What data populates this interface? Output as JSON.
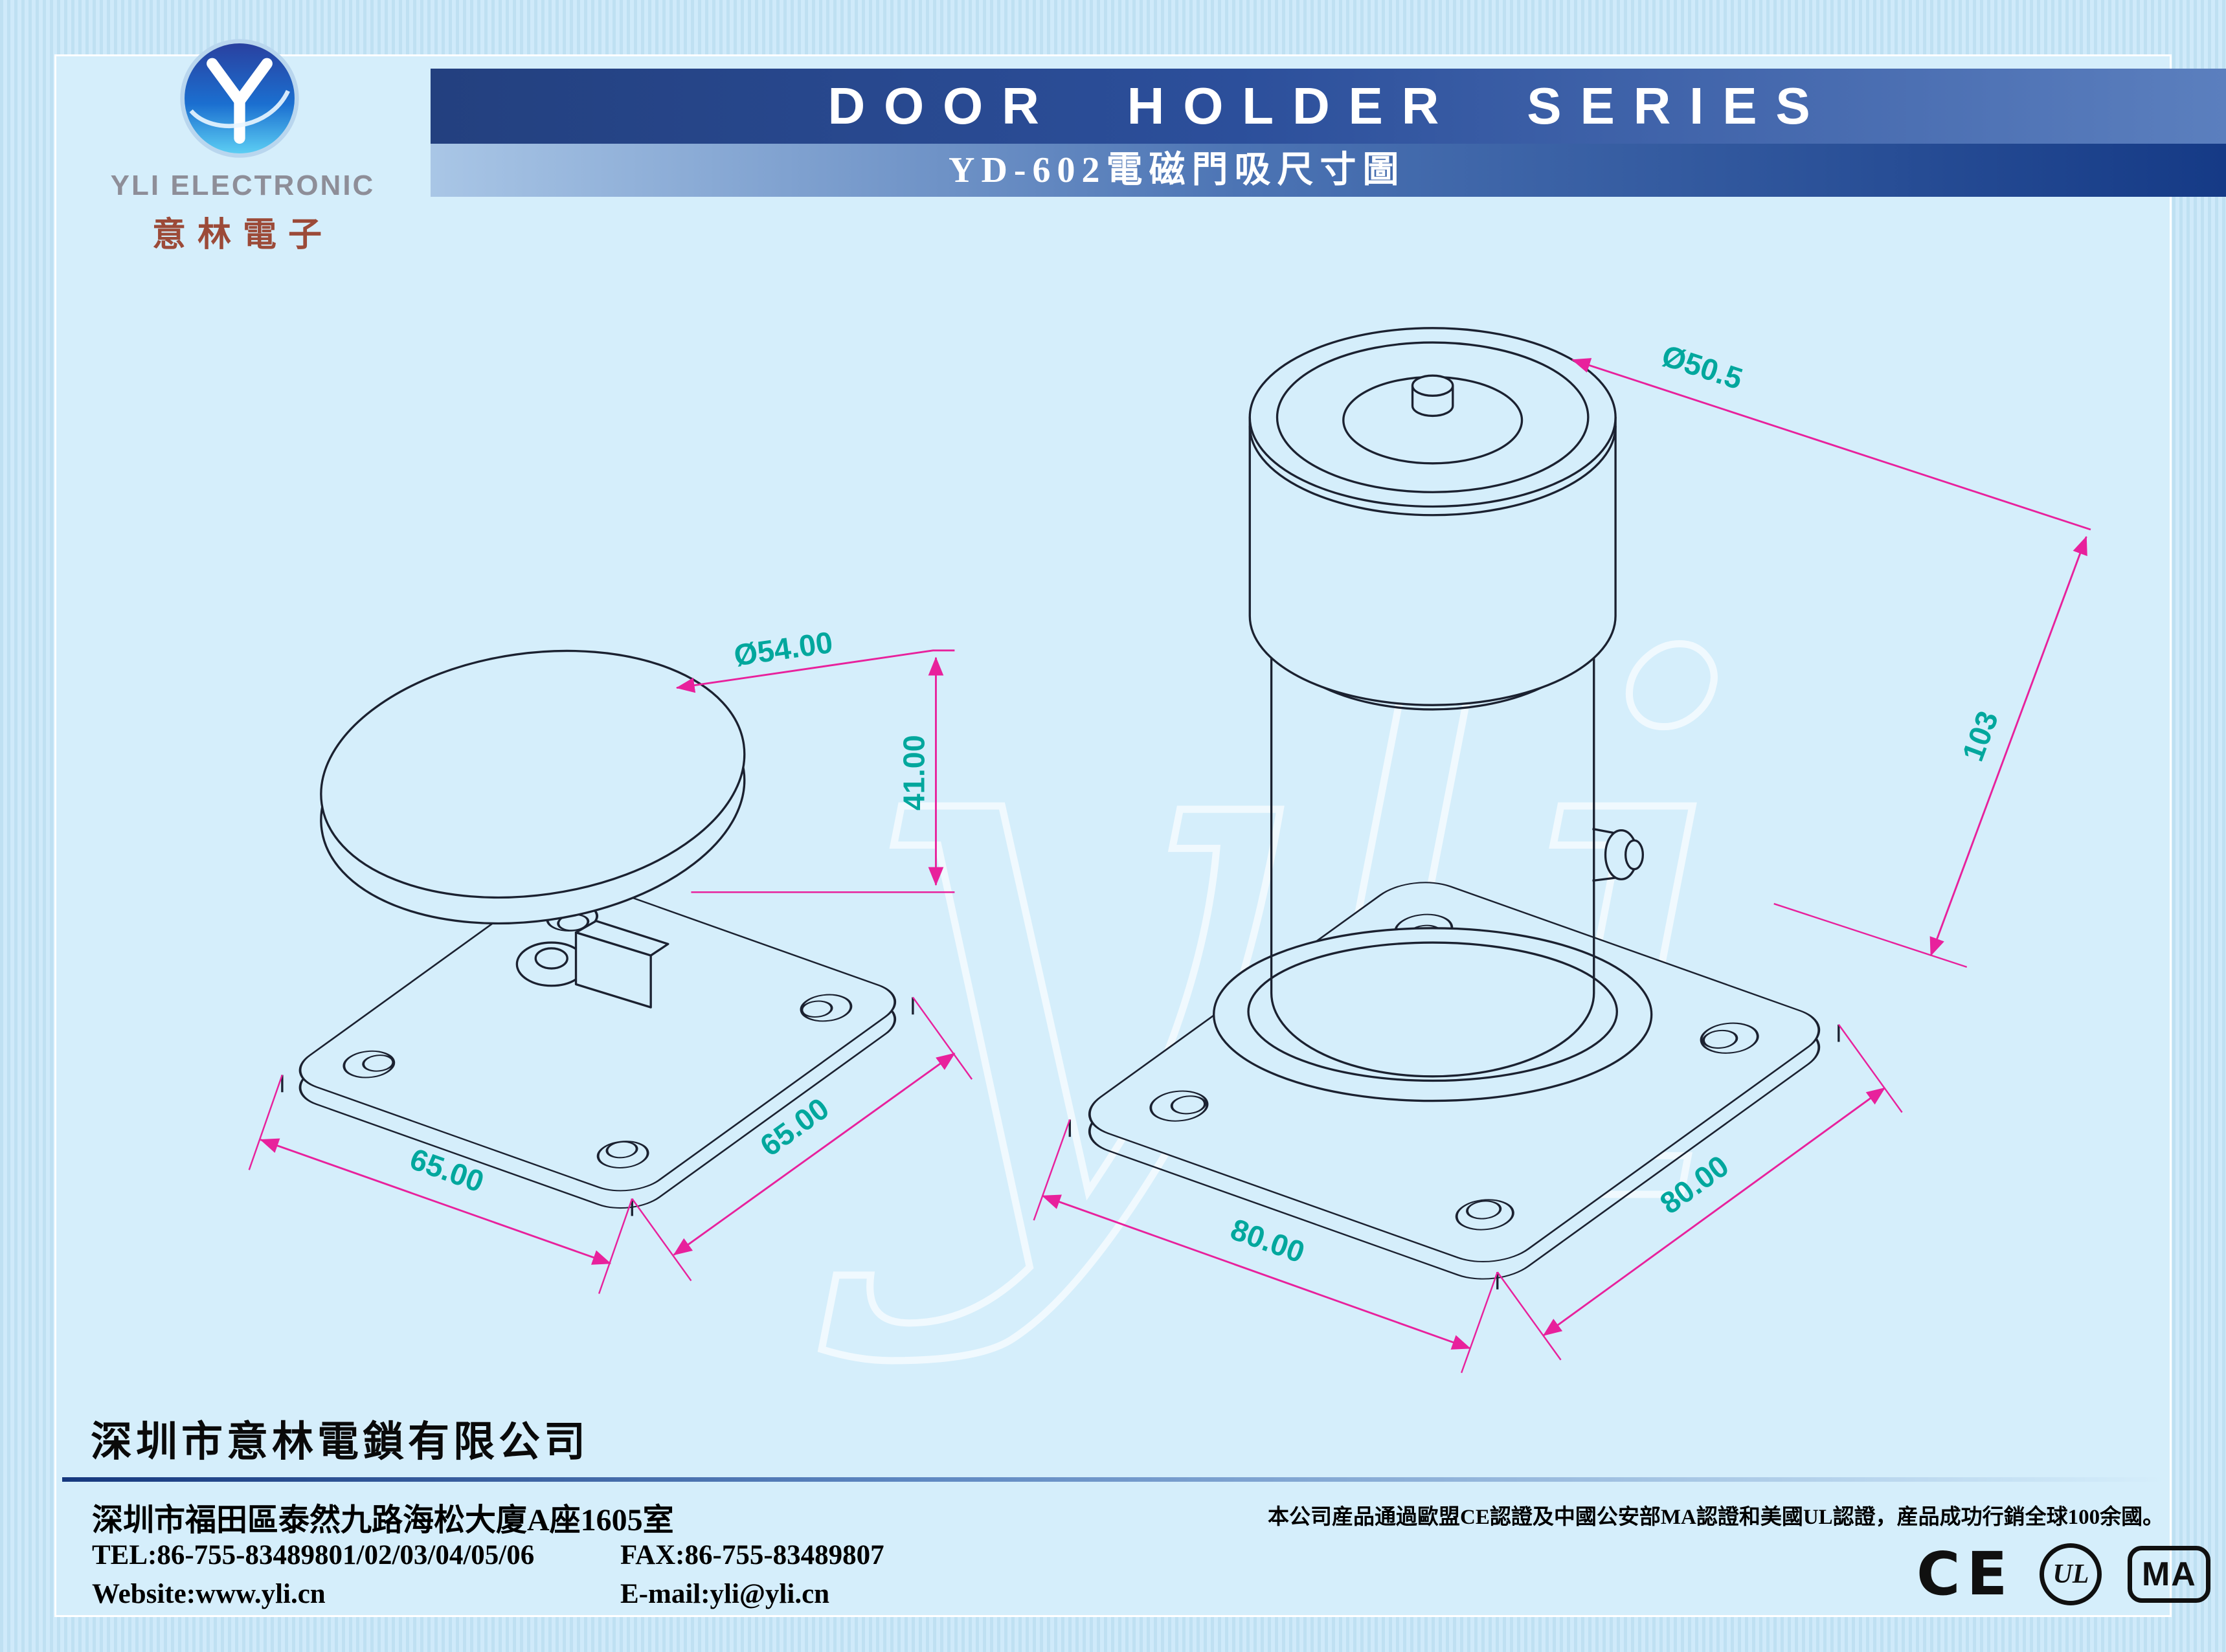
{
  "colors": {
    "page_bg": "#d5eefb",
    "band_dark_blue": "#153a86",
    "dimension_line": "#e8219c",
    "dimension_text": "#00a79d",
    "logo_cn_red": "#9c4a38"
  },
  "logo": {
    "company_en": "YLI ELECTRONIC",
    "company_cn": "意林電子"
  },
  "header": {
    "title": "DOOR HOLDER SERIES",
    "subtitle": "YD-602電磁門吸尺寸圖"
  },
  "watermark": "yli",
  "drawings": {
    "armature": {
      "dims": {
        "diameter": "Ø54.00",
        "height": "41.00",
        "width": "65.00",
        "depth": "65.00"
      }
    },
    "magnet": {
      "dims": {
        "diameter": "Ø50.5",
        "height": "103",
        "width": "80.00",
        "depth": "80.00"
      }
    }
  },
  "footer": {
    "company": "深圳市意林電鎖有限公司",
    "address": "深圳市福田區泰然九路海松大廈A座1605室",
    "tel": "TEL:86-755-83489801/02/03/04/05/06",
    "fax": "FAX:86-755-83489807",
    "website": "Website:www.yli.cn",
    "email": "E-mail:yli@yli.cn",
    "certification": "本公司産品通過歐盟CE認證及中國公安部MA認證和美國UL認證，産品成功行銷全球100余國。",
    "marks": {
      "ce": "CE",
      "ul": "UL",
      "ma": "MA"
    }
  }
}
